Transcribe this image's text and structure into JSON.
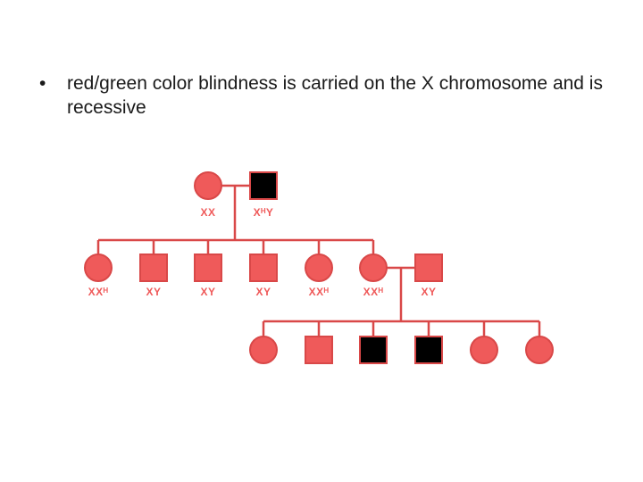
{
  "slide": {
    "bullet_symbol": "•",
    "bullet_text": "red/green color blindness is carried on the X chromosome and is recessive"
  },
  "pedigree": {
    "colors": {
      "unaffected": "#ef5a5a",
      "affected": "#000000",
      "line": "#d94848",
      "outline": "#d94848",
      "label": "#ef5a5a"
    },
    "generation1": [
      {
        "sex": "female",
        "affected": false,
        "genotype": "XX"
      },
      {
        "sex": "male",
        "affected": true,
        "genotype": "XᴴY"
      }
    ],
    "generation2": [
      {
        "sex": "female",
        "affected": false,
        "genotype": "XXᴴ"
      },
      {
        "sex": "male",
        "affected": false,
        "genotype": "XY"
      },
      {
        "sex": "male",
        "affected": false,
        "genotype": "XY"
      },
      {
        "sex": "male",
        "affected": false,
        "genotype": "XY"
      },
      {
        "sex": "female",
        "affected": false,
        "genotype": "XXᴴ"
      },
      {
        "sex": "female",
        "affected": false,
        "genotype": "XXᴴ"
      },
      {
        "sex": "male",
        "affected": false,
        "genotype": "XY",
        "married_in": true
      }
    ],
    "generation3": [
      {
        "sex": "female",
        "affected": false
      },
      {
        "sex": "male",
        "affected": false
      },
      {
        "sex": "male",
        "affected": true
      },
      {
        "sex": "male",
        "affected": true
      },
      {
        "sex": "female",
        "affected": false
      },
      {
        "sex": "female",
        "affected": false
      }
    ]
  }
}
